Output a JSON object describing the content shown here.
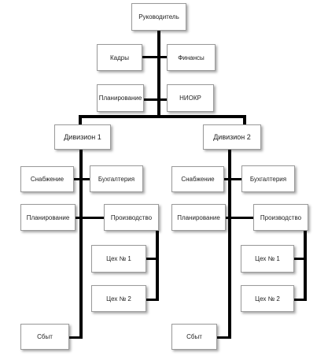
{
  "org_chart": {
    "root": "Руководитель",
    "staff_left": [
      "Кадры",
      "Планирование"
    ],
    "staff_right": [
      "Финансы",
      "НИОКР"
    ],
    "divisions": [
      {
        "name": "Дивизион 1",
        "supply": "Снабжение",
        "accounting": "Бухгалтерия",
        "planning": "Планирование",
        "production": "Производство",
        "workshops": [
          "Цех № 1",
          "Цех № 2"
        ],
        "sales": "Сбыт"
      },
      {
        "name": "Дивизион 2",
        "supply": "Снабжение",
        "accounting": "Бухгалтерия",
        "planning": "Планирование",
        "production": "Производство",
        "workshops": [
          "Цех № 1",
          "Цех № 2"
        ],
        "sales": "Сбыт"
      }
    ]
  },
  "colors": {
    "line": "#000000",
    "box_border": "#9a9a9a",
    "text": "#222222"
  }
}
